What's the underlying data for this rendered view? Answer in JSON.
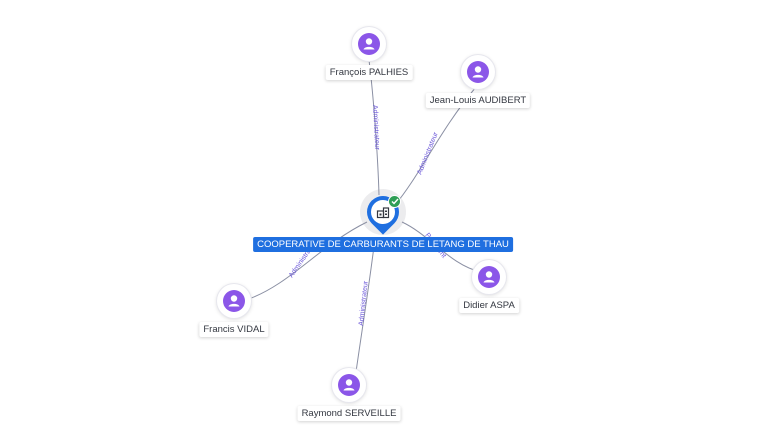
{
  "company": {
    "name": "COOPERATIVE DE CARBURANTS DE LETANG DE THAU",
    "icon": "building-icon",
    "badge_icon": "check-icon",
    "color": "#1f6fe0"
  },
  "people": [
    {
      "id": "francois",
      "name": "François PALHIES",
      "icon": "person-icon"
    },
    {
      "id": "jeanlouis",
      "name": "Jean-Louis AUDIBERT",
      "icon": "person-icon"
    },
    {
      "id": "didier",
      "name": "Didier ASPA",
      "icon": "person-icon"
    },
    {
      "id": "francis",
      "name": "Francis VIDAL",
      "icon": "person-icon"
    },
    {
      "id": "raymond",
      "name": "Raymond SERVEILLE",
      "icon": "person-icon"
    }
  ],
  "edges": [
    {
      "to": "francois",
      "label": "Administrateur"
    },
    {
      "to": "jeanlouis",
      "label": "Administrateur"
    },
    {
      "to": "didier",
      "label": "Président"
    },
    {
      "to": "francis",
      "label": "Administrateur"
    },
    {
      "to": "raymond",
      "label": "Administrateur"
    }
  ],
  "colors": {
    "person": "#8b56e8",
    "edge": "#8a8fa3",
    "edge_label": "#6b57d9"
  }
}
